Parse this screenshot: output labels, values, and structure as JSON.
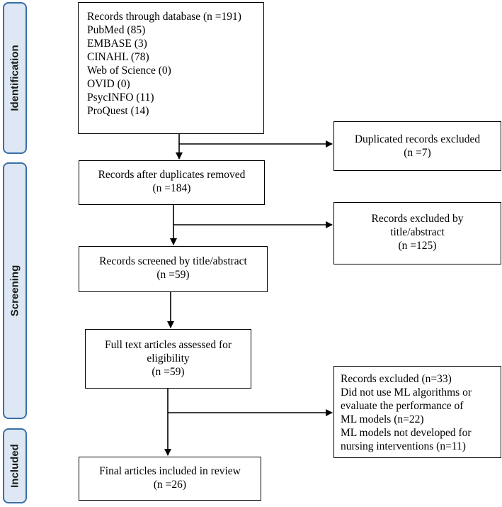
{
  "stages": {
    "identification": "Identification",
    "screening": "Screening",
    "included": "Included"
  },
  "boxes": {
    "records_database": {
      "lines": [
        "Records through database (n =191)",
        "PubMed (85)",
        "EMBASE (3)",
        "CINAHL (78)",
        "Web of Science (0)",
        "OVID (0)",
        "PsycINFO (11)",
        "ProQuest (14)"
      ]
    },
    "duplicates_excluded": {
      "lines": [
        "Duplicated records excluded",
        "(n =7)"
      ]
    },
    "after_duplicates": {
      "lines": [
        "Records after duplicates removed",
        "(n =184)"
      ]
    },
    "excluded_title_abstract": {
      "lines": [
        "Records excluded by",
        "title/abstract",
        "(n =125)"
      ]
    },
    "screened_title_abstract": {
      "lines": [
        "Records screened by title/abstract",
        "(n =59)"
      ]
    },
    "full_text": {
      "lines": [
        "Full text articles assessed for",
        "eligibility",
        "(n =59)"
      ]
    },
    "records_excluded_33": {
      "lines": [
        "Records excluded (n=33)",
        "Did not use ML algorithms or",
        "evaluate the performance of",
        "ML models (n=22)",
        "ML models not developed for",
        "nursing interventions (n=11)"
      ]
    },
    "final_included": {
      "lines": [
        "Final articles included in review",
        "(n =26)"
      ]
    }
  },
  "colors": {
    "stage_fill": "#dde8f4",
    "stage_border": "#3a6fa8",
    "line": "#000000"
  }
}
